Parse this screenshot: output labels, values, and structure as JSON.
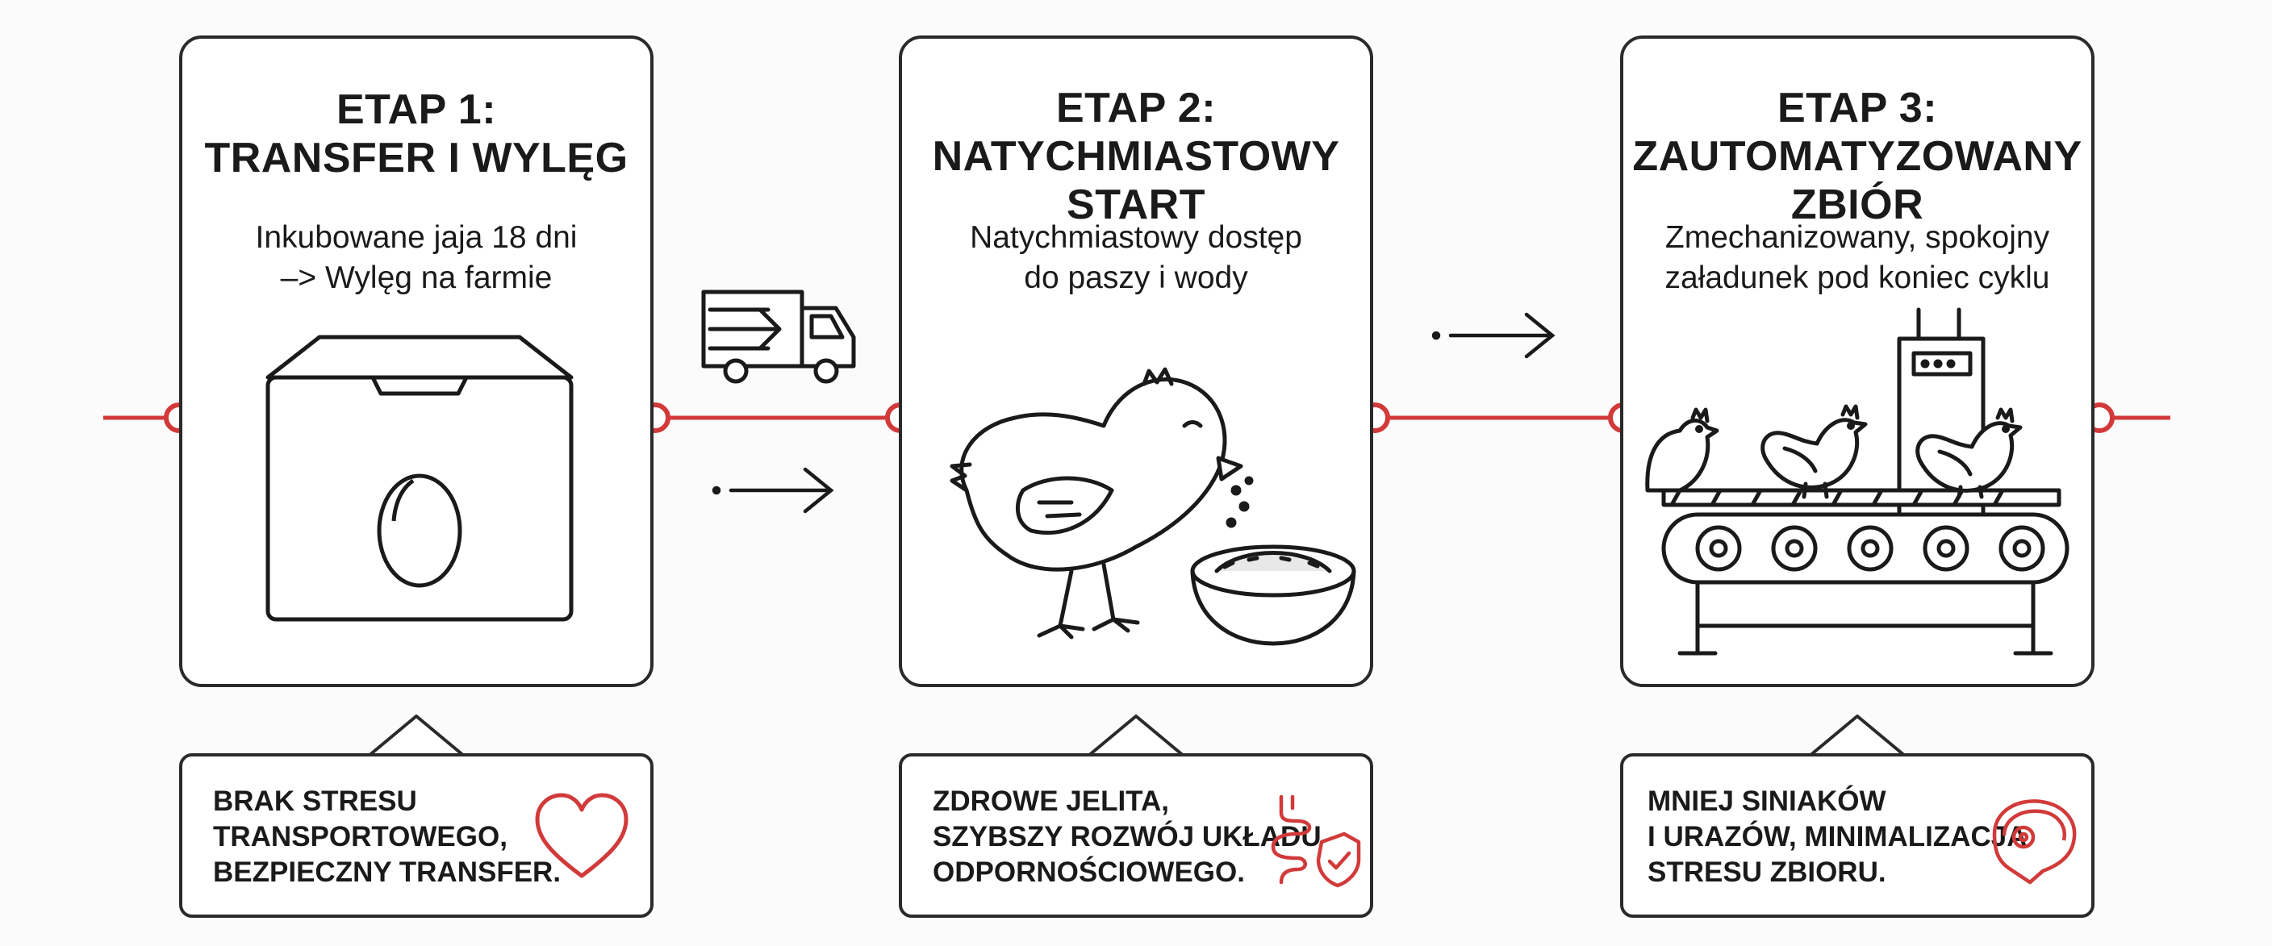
{
  "stages": [
    {
      "title": "ETAP 1:\nTRANSFER I WYLĘG",
      "description": "Inkubowane jaja  18 dni\n–> Wylęg na farmie",
      "icon": "egg-box-icon",
      "benefit": "BRAK STRESU\nTRANSPORTOWEGO,\nBEZPIECZNY TRANSFER.",
      "benefit_icon": "heart-icon"
    },
    {
      "title": "ETAP 2:\nNATYCHMIASTOWY\nSTART",
      "description": "Natychmiastowy dostęp\ndo paszy i wody",
      "icon": "chick-feeding-icon",
      "benefit": "ZDROWE JELITA,\nSZYBSZY ROZWÓJ UKŁADU\nODPORNOŚCIOWEGO.",
      "benefit_icon": "gut-shield-icon"
    },
    {
      "title": "ETAP 3:\nZAUTOMATYZOWANY\nZBIÓR",
      "description": "Zmechanizowany, spokojny\nzaładunek pod koniec cyklu",
      "icon": "conveyor-chickens-icon",
      "benefit": "MNIEJ SINIAKÓW\nI URAZÓW, MINIMALIZACJA\nSTRESU ZBIORU.",
      "benefit_icon": "meat-cut-icon"
    }
  ],
  "connectors": [
    "delivery-truck-icon",
    "arrow-right-icon",
    "arrow-right-icon"
  ],
  "colors": {
    "accent": "#d23a3a",
    "line": "#2a2a2a",
    "background": "#fbfbfb"
  }
}
